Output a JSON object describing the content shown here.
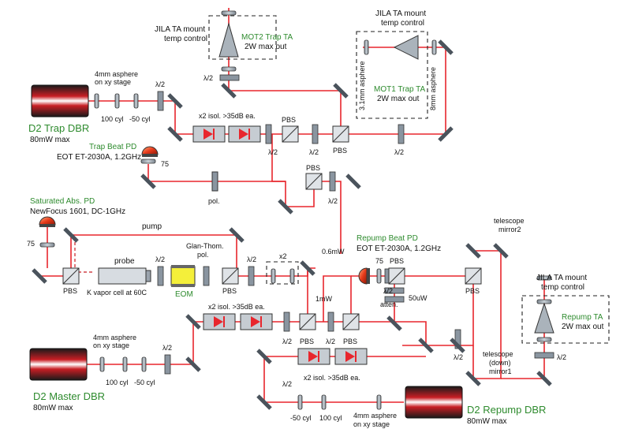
{
  "colors": {
    "beam": "#e8262d",
    "green_label": "#2e8b2e",
    "optic": "#9aa3ad",
    "box": "#222222"
  },
  "lasers": {
    "trap": {
      "name": "D2 Trap DBR",
      "power": "80mW max",
      "lens_label": "4mm asphere",
      "lens_label2": "on xy stage",
      "cyl1": "100 cyl",
      "cyl2": "-50 cyl"
    },
    "master": {
      "name": "D2 Master DBR",
      "power": "80mW max",
      "lens_label": "4mm asphere",
      "lens_label2": "on xy stage",
      "cyl1": "100 cyl",
      "cyl2": "-50 cyl"
    },
    "repump": {
      "name": "D2 Repump DBR",
      "power": "80mW max",
      "lens_label": "4mm asphere",
      "lens_label2": "on xy stage",
      "cyl1": "-50 cyl",
      "cyl2": "100 cyl"
    }
  },
  "amplifiers": {
    "mot2": {
      "name": "MOT2 Trap TA",
      "power": "2W max out",
      "mount": "JILA TA mount",
      "mount2": "temp control"
    },
    "mot1": {
      "name": "MOT1 Trap TA",
      "power": "2W max out",
      "mount": "JILA TA mount",
      "mount2": "temp control",
      "lens_left": "3.1mm asphere",
      "lens_right": "8mm asphere"
    },
    "repump": {
      "name": "Repump TA",
      "power": "2W max out",
      "mount": "JILA TA mount",
      "mount2": "temp control"
    }
  },
  "detectors": {
    "trap_beat": {
      "name": "Trap Beat PD",
      "model": "EOT ET-2030A, 1.2GHz",
      "lens": "75"
    },
    "sat_abs": {
      "name": "Saturated Abs. PD",
      "model": "NewFocus 1601, DC-1GHz",
      "lens": "75"
    },
    "repump_beat": {
      "name": "Repump Beat PD",
      "model": "EOT ET-2030A, 1.2GHz",
      "lens": "75"
    }
  },
  "labels": {
    "half_wave": "λ/2",
    "pbs": "PBS",
    "pol": "pol.",
    "isolator_pair": "x2 isol. >35dB ea.",
    "pump": "pump",
    "probe": "probe",
    "vapor_cell": "K vapor cell at 60C",
    "eom": "EOM",
    "glan1": "Glan-Thom.",
    "glan2": "pol.",
    "x2": "x2",
    "p06mw": "0.6mW",
    "p1mw": "1mW",
    "p50uw": "50uW",
    "atten": "atten.",
    "tele2a": "telescope",
    "tele2b": "mirror2",
    "tele1a": "telescope",
    "tele1b": "(down)",
    "tele1c": "mirror1"
  }
}
